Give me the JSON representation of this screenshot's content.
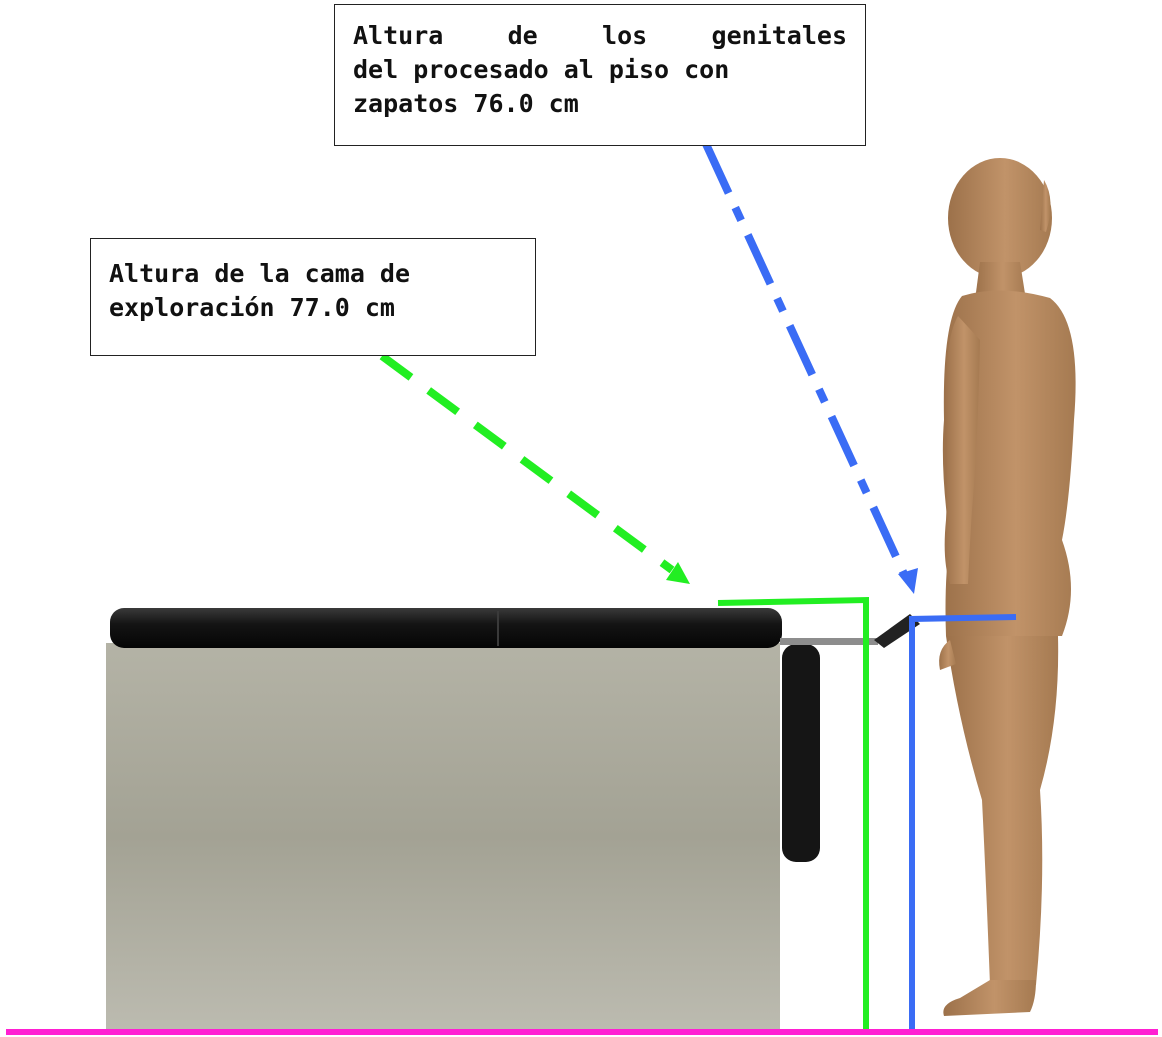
{
  "callouts": {
    "genitals": {
      "lines": [
        "Altura de los genitales",
        "del procesado al piso con",
        "zapatos 76.0 cm"
      ]
    },
    "bed": {
      "lines": [
        "Altura de la cama de",
        "exploración 77.0 cm"
      ]
    }
  },
  "colors": {
    "floor": "#ff1fd2",
    "bed_marker": "#22ee22",
    "genital_marker": "#3a6cf5",
    "figure_skin": "#b88a5e",
    "bed_base": "#a3a293",
    "mattress": "#1b1b1b"
  },
  "icons": {
    "figure": "standing-man-icon",
    "table": "examination-table-icon"
  }
}
